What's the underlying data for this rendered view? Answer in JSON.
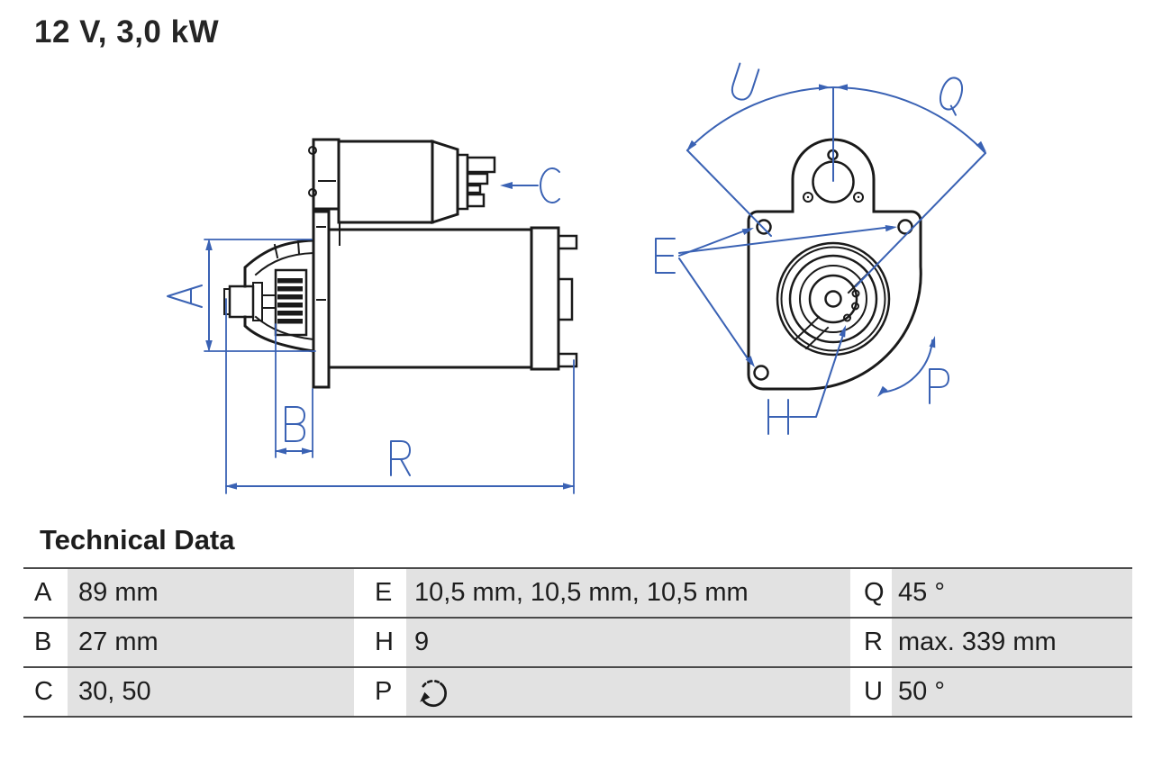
{
  "title": "12 V, 3,0 kW",
  "diagram": {
    "accent_color": "#3a62b4",
    "line_color": "#1a1a1a",
    "side_view": {
      "dimension_labels": [
        "A",
        "B",
        "C",
        "R"
      ]
    },
    "front_view": {
      "dimension_labels": [
        "U",
        "Q",
        "E",
        "H",
        "P"
      ]
    }
  },
  "table": {
    "heading": "Technical Data",
    "rows": [
      [
        {
          "key": "A",
          "value": "89 mm"
        },
        {
          "key": "E",
          "value": "10,5 mm, 10,5 mm, 10,5 mm"
        },
        {
          "key": "Q",
          "value": "45 °"
        }
      ],
      [
        {
          "key": "B",
          "value": "27 mm"
        },
        {
          "key": "H",
          "value": "9"
        },
        {
          "key": "R",
          "value": "max. 339 mm"
        }
      ],
      [
        {
          "key": "C",
          "value": "30, 50"
        },
        {
          "key": "P",
          "icon": "rotation-clockwise-icon"
        },
        {
          "key": "U",
          "value": "50 °"
        }
      ]
    ]
  }
}
